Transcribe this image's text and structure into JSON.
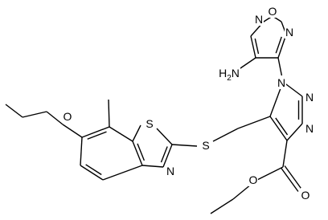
{
  "figure": {
    "background_color": "#ffffff",
    "line_color": "#000000"
  },
  "atoms": {
    "oxadiazole_O": "O",
    "oxadiazole_N_right": "N",
    "oxadiazole_N_left": "N",
    "amino_group": "H2N",
    "triazole_N1": "N",
    "triazole_N2": "N",
    "triazole_N3": "N",
    "thioether_S": "S",
    "benzothiazole_S": "S",
    "benzothiazole_N": "N",
    "ether_O": "O",
    "ester_O_carbonyl": "O",
    "ester_O_alkoxy": "O"
  }
}
